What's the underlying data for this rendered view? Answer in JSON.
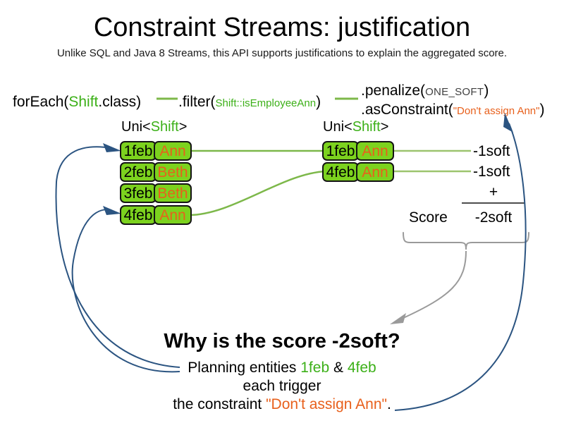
{
  "slide": {
    "title": "Constraint Streams: justification",
    "subtitle": "Unlike SQL and Java 8 Streams, this API supports justifications to explain the aggregated score."
  },
  "colors": {
    "green_type": "#3CB018",
    "green_cell": "#7CD21E",
    "green_line": "#7DB84A",
    "orange": "#E8601C",
    "blue_arrow": "#2B5481",
    "gray_arrow": "#8C8C8C",
    "black": "#000000"
  },
  "pipeline": {
    "foreach": {
      "call": "forEach(",
      "type": "Shift",
      "tail": ".class)"
    },
    "filter": {
      "call": ".filter(",
      "method_ref": "Shift::isEmployeeAnn",
      "tail": ")"
    },
    "penalize": {
      "call": ".penalize(",
      "constant": "ONE_SOFT",
      "tail": ")"
    },
    "as_constraint": {
      "call": ".asConstraint(",
      "constraint_name": "\"Don't assign Ann\"",
      "tail": ")"
    }
  },
  "streams": [
    {
      "id": "left",
      "label_prefix": "Uni<",
      "label_type": "Shift",
      "label_suffix": ">",
      "rows": [
        {
          "date": "1feb",
          "name": "Ann"
        },
        {
          "date": "2feb",
          "name": "Beth"
        },
        {
          "date": "3feb",
          "name": "Beth"
        },
        {
          "date": "4feb",
          "name": "Ann"
        }
      ]
    },
    {
      "id": "right",
      "label_prefix": "Uni<",
      "label_type": "Shift",
      "label_suffix": ">",
      "rows": [
        {
          "date": "1feb",
          "name": "Ann"
        },
        {
          "date": "4feb",
          "name": "Ann"
        }
      ]
    }
  ],
  "score": {
    "impacts": [
      "-1soft",
      "-1soft"
    ],
    "operator": "+",
    "label": "Score",
    "total": "-2soft"
  },
  "explanation": {
    "heading": "Why is the score -2soft?",
    "line1_prefix": "Planning entities ",
    "line1_entity_a": "1feb",
    "line1_amp": " & ",
    "line1_entity_b": "4feb",
    "line2": "each trigger",
    "line3_prefix": "the constraint ",
    "line3_constraint": "\"Don't assign Ann\"",
    "line3_suffix": "."
  }
}
